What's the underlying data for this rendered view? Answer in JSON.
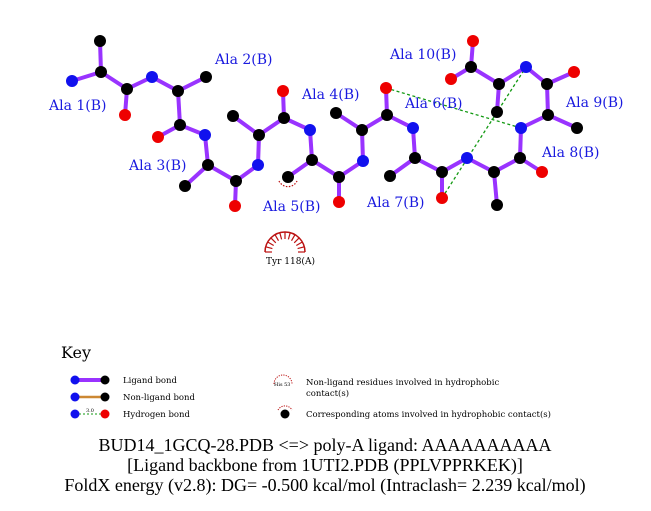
{
  "residues": [
    "Ala 1(B)",
    "Ala 2(B)",
    "Ala 3(B)",
    "Ala 4(B)",
    "Ala 5(B)",
    "Ala 6(B)",
    "Ala 7(B)",
    "Ala 8(B)",
    "Ala 9(B)",
    "Ala 10(B)"
  ],
  "hydrophobic_residue": "Tyr 118(A)",
  "key": {
    "title": "Key",
    "ligand_bond": "Ligand bond",
    "nonligand_bond": "Non-ligand bond",
    "hydrogen_bond": "Hydrogen bond",
    "hb_distance": "3.0",
    "hydrophobic_residue_label": "Non-ligand residues involved in hydrophobic",
    "hydrophobic_residue_label_2": "contact(s)",
    "hydrophobic_example": "His 53",
    "hydrophobic_atom_label": "Corresponding atoms involved in hydrophobic contact(s)"
  },
  "caption": {
    "line1": "BUD14_1GCQ-28.PDB <=> poly-A ligand: AAAAAAAAAA",
    "line2": "[Ligand backbone from 1UTI2.PDB (PPLVPPRKEK)]",
    "line3": "FoldX energy (v2.8): DG= -0.500 kcal/mol (Intraclash= 2.239 kcal/mol)"
  },
  "colors": {
    "ligand_bond": "#9933ff",
    "nonligand_bond": "#cc8833",
    "hbond": "#119911",
    "carbon": "#000000",
    "nitrogen": "#1111ee",
    "oxygen": "#ee0000",
    "label": "#1a1adf",
    "hydrophobic": "#bb1111"
  }
}
